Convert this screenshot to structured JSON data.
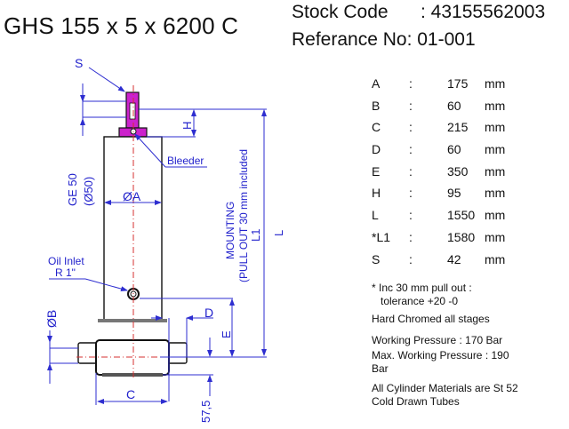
{
  "header": {
    "title": "GHS 155 x 5 x 6200 C",
    "stock_code_label": "Stock Code",
    "stock_code_value": ": 43155562003",
    "reference_label": "Referance No",
    "reference_value": ": 01-001"
  },
  "specs": [
    {
      "key": "A",
      "sep": ":",
      "value": "175",
      "unit": "mm"
    },
    {
      "key": "B",
      "sep": ":",
      "value": "60",
      "unit": "mm"
    },
    {
      "key": "C",
      "sep": ":",
      "value": "215",
      "unit": "mm"
    },
    {
      "key": "D",
      "sep": ":",
      "value": "60",
      "unit": "mm"
    },
    {
      "key": "E",
      "sep": ":",
      "value": "350",
      "unit": "mm"
    },
    {
      "key": "H",
      "sep": ":",
      "value": "95",
      "unit": "mm"
    },
    {
      "key": "L",
      "sep": ":",
      "value": "1550",
      "unit": "mm"
    },
    {
      "key": "*L1",
      "sep": ":",
      "value": "1580",
      "unit": "mm"
    },
    {
      "key": "S",
      "sep": ":",
      "value": "42",
      "unit": "mm"
    }
  ],
  "notes": {
    "pullout_line1": "* Inc 30 mm pull out :",
    "pullout_line2": "tolerance +20 -0",
    "chrome": "Hard Chromed all stages",
    "working_pressure": "Working Pressure : 170 Bar",
    "max_pressure": "Max. Working Pressure : 190 Bar",
    "materials": "All Cylinder Materials are St 52 Cold Drawn Tubes"
  },
  "drawing": {
    "labels": {
      "s": "S",
      "h": "H",
      "ge": "GE 50",
      "ge_dia": "(Ø50)",
      "bleeder": "Bleeder",
      "dia_a": "ØA",
      "mounting": "MOUNTING",
      "pullout": "(PULL OUT 30 mm included",
      "l1": "L1",
      "l": "L",
      "oil_inlet": "Oil Inlet",
      "oil_thread": "R 1\"",
      "dia_b": "ØB",
      "d": "D",
      "e": "E",
      "c": "C",
      "offset": "57,5"
    },
    "colors": {
      "dimension": "#2e2ed0",
      "outline": "#111111",
      "centerline": "#d43030",
      "eye": "#cc22cc"
    }
  }
}
